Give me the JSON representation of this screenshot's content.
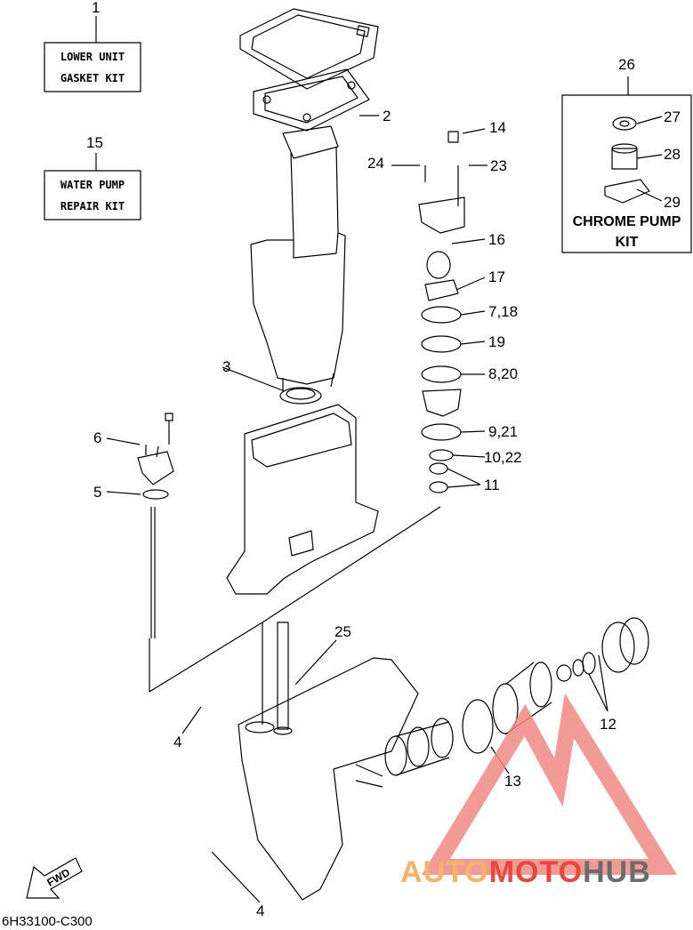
{
  "callouts": {
    "c1": "1",
    "c2": "2",
    "c3": "3",
    "c4a": "4",
    "c4b": "4",
    "c5": "5",
    "c6": "6",
    "c7_18": "7,18",
    "c8_20": "8,20",
    "c9_21": "9,21",
    "c10_22": "10,22",
    "c11": "11",
    "c12": "12",
    "c13": "13",
    "c14": "14",
    "c15": "15",
    "c16": "16",
    "c17": "17",
    "c19": "19",
    "c23": "23",
    "c24": "24",
    "c25": "25",
    "c26": "26",
    "c27": "27",
    "c28": "28",
    "c29": "29"
  },
  "kits": {
    "gasket_line1": "LOWER UNIT",
    "gasket_line2": "GASKET KIT",
    "pump_line1": "WATER PUMP",
    "pump_line2": "REPAIR KIT",
    "chrome_line1": "CHROME PUMP",
    "chrome_line2": "KIT"
  },
  "fwd_label": "FWD",
  "diagram_code": "6H33100-C300",
  "watermark": {
    "part1": "AUTO",
    "part2": "MOTO",
    "part3": "HUB"
  },
  "colors": {
    "line": "#000000",
    "wm_orange": "#f6b36a",
    "wm_red": "#e8463f",
    "wm_dark": "#6c6c6c",
    "wm_tri": "#f08a84"
  }
}
